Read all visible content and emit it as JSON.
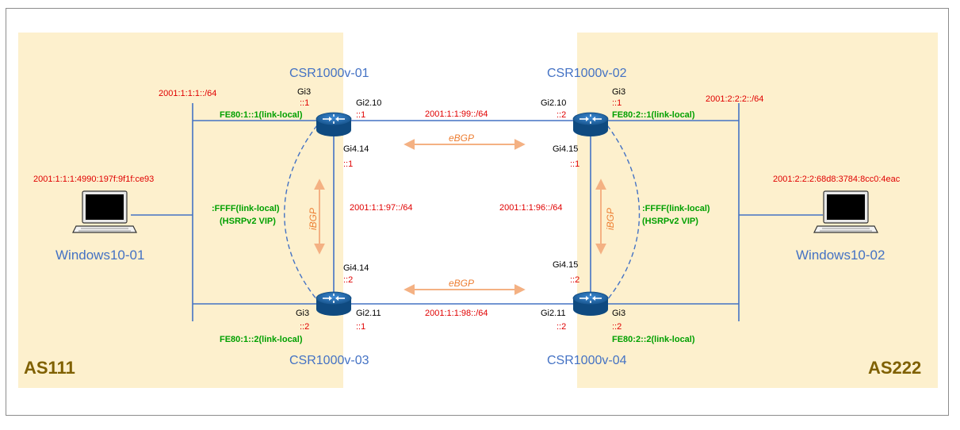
{
  "routers": {
    "r1": "CSR1000v-01",
    "r2": "CSR1000v-02",
    "r3": "CSR1000v-03",
    "r4": "CSR1000v-04"
  },
  "hosts": {
    "pc1": "Windows10-01",
    "pc2": "Windows10-02"
  },
  "as_labels": {
    "left": "AS111",
    "right": "AS222"
  },
  "bgp_labels": {
    "ebgp_top": "eBGP",
    "ebgp_bottom": "eBGP",
    "ibgp_left": "iBGP",
    "ibgp_right": "iBGP"
  },
  "networks": {
    "lan_left": "2001:1:1:1::/64",
    "lan_right": "2001:2:2:2::/64",
    "r1_r2": "2001:1:1:99::/64",
    "r3_r4": "2001:1:1:98::/64",
    "r1_r3": "2001:1:1:97::/64",
    "r2_r4": "2001:1:1:96::/64"
  },
  "host_addrs": {
    "pc1": "2001:1:1:1:4990:197f:9f1f:ce93",
    "pc2": "2001:2:2:2:68d8:3784:8cc0:4eac"
  },
  "interfaces": {
    "r1_gi3": "Gi3",
    "r1_gi3_addr": "::1",
    "r1_gi2": "Gi2.10",
    "r1_gi2_addr": "::1",
    "r1_gi4": "Gi4.14",
    "r1_gi4_addr": "::1",
    "r2_gi3": "Gi3",
    "r2_gi3_addr": "::1",
    "r2_gi2": "Gi2.10",
    "r2_gi2_addr": "::2",
    "r2_gi4": "Gi4.15",
    "r2_gi4_addr": "::1",
    "r3_gi3": "Gi3",
    "r3_gi3_addr": "::2",
    "r3_gi2": "Gi2.11",
    "r3_gi2_addr": "::1",
    "r3_gi4": "Gi4.14",
    "r3_gi4_addr": "::2",
    "r4_gi3": "Gi3",
    "r4_gi3_addr": "::2",
    "r4_gi2": "Gi2.11",
    "r4_gi2_addr": "::2",
    "r4_gi4": "Gi4.15",
    "r4_gi4_addr": "::2"
  },
  "link_local": {
    "r1": "FE80:1::1(link-local)",
    "r2": "FE80:2::1(link-local)",
    "r3": "FE80:1::2(link-local)",
    "r4": "FE80:2::2(link-local)"
  },
  "vip": {
    "left_addr": ":FFFF(link-local)",
    "left_name": "(HSRPv2 VIP)",
    "right_addr": ":FFFF(link-local)",
    "right_name": "(HSRPv2 VIP)"
  },
  "colors": {
    "as_zone": "#fdf0cd",
    "router_blue": "#1f6db3",
    "link_blue": "#4472c4",
    "arrow_orange": "#f4b183",
    "address_red": "#e00000",
    "link_local_green": "#00a000"
  }
}
